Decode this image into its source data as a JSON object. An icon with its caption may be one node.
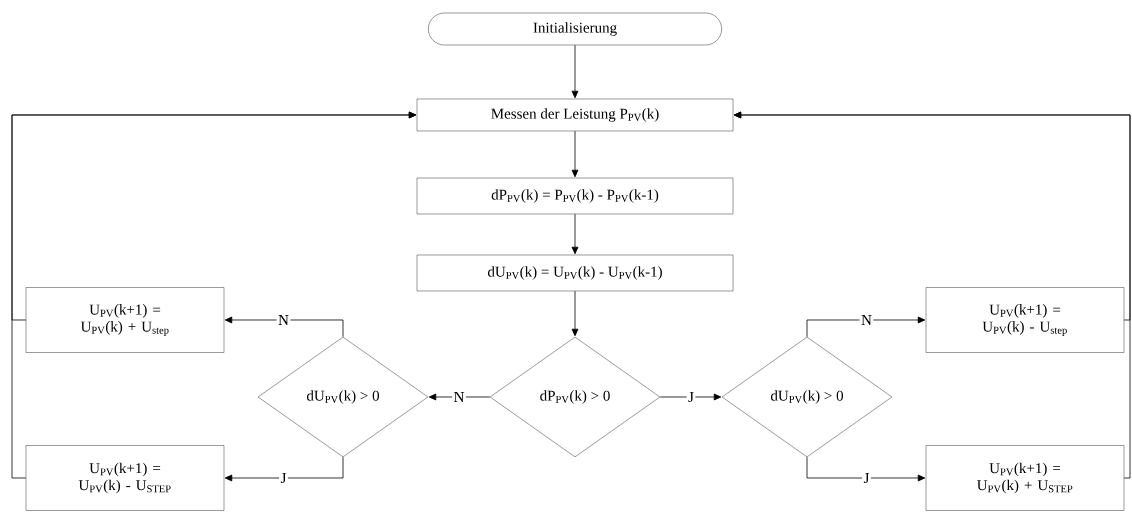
{
  "diagram": {
    "nodes": [
      {
        "text": [
          "Initialisierung"
        ]
      },
      {
        "text": [
          "Messen der Leistung P$_{PV}$(k)"
        ]
      },
      {
        "text": [
          "dP$_{PV}$(k) = P$_{PV}$(k) - P$_{PV}$(k-1)"
        ]
      },
      {
        "text": [
          "dU$_{PV}$(k) = U$_{PV}$(k) - U$_{PV}$(k-1)"
        ]
      },
      {
        "text": [
          "dP$_{PV}$(k) > 0"
        ]
      },
      {
        "text": [
          "dU$_{PV}$(k) > 0"
        ]
      },
      {
        "text": [
          "dU$_{PV}$(k) > 0"
        ]
      },
      {
        "text": [
          "U$_{PV}$(k+1) = U$_{PV}$(k) + U$_{step}$"
        ]
      },
      {
        "text": [
          "U$_{PV}$(k+1) = U$_{PV}$(k) - U$_{STEP}$"
        ]
      },
      {
        "text": [
          "U$_{PV}$(k+1) = U$_{PV}$(k) - U$_{step}$"
        ]
      },
      {
        "text": [
          "U$_{PV}$(k+1) = U$_{PV}$(k) + U$_{STEP}$"
        ]
      }
    ],
    "edges": [
      {
        "from": 0,
        "to": 1,
        "arrow": "to"
      },
      {
        "from": 1,
        "to": 2,
        "arrow": "to"
      },
      {
        "from": 2,
        "to": 3,
        "arrow": "to"
      },
      {
        "from": 3,
        "to": 4,
        "arrow": "to"
      },
      {
        "from": 4,
        "to": 5,
        "arrow": "to",
        "label": "N"
      },
      {
        "from": 4,
        "to": 6,
        "arrow": "to",
        "label": "J"
      },
      {
        "from": 5,
        "to": 7,
        "arrow": "to",
        "label": "N"
      },
      {
        "from": 5,
        "to": 8,
        "arrow": "to",
        "label": "J"
      },
      {
        "from": 6,
        "to": 9,
        "arrow": "to",
        "label": "N"
      },
      {
        "from": 6,
        "to": 10,
        "arrow": "to",
        "label": "J"
      },
      {
        "from": 7,
        "to": 1,
        "arrow": "to"
      },
      {
        "from": 8,
        "to": 1,
        "arrow": "to"
      },
      {
        "from": 9,
        "to": 1,
        "arrow": "to"
      },
      {
        "from": 10,
        "to": 1,
        "arrow": "to"
      }
    ]
  }
}
